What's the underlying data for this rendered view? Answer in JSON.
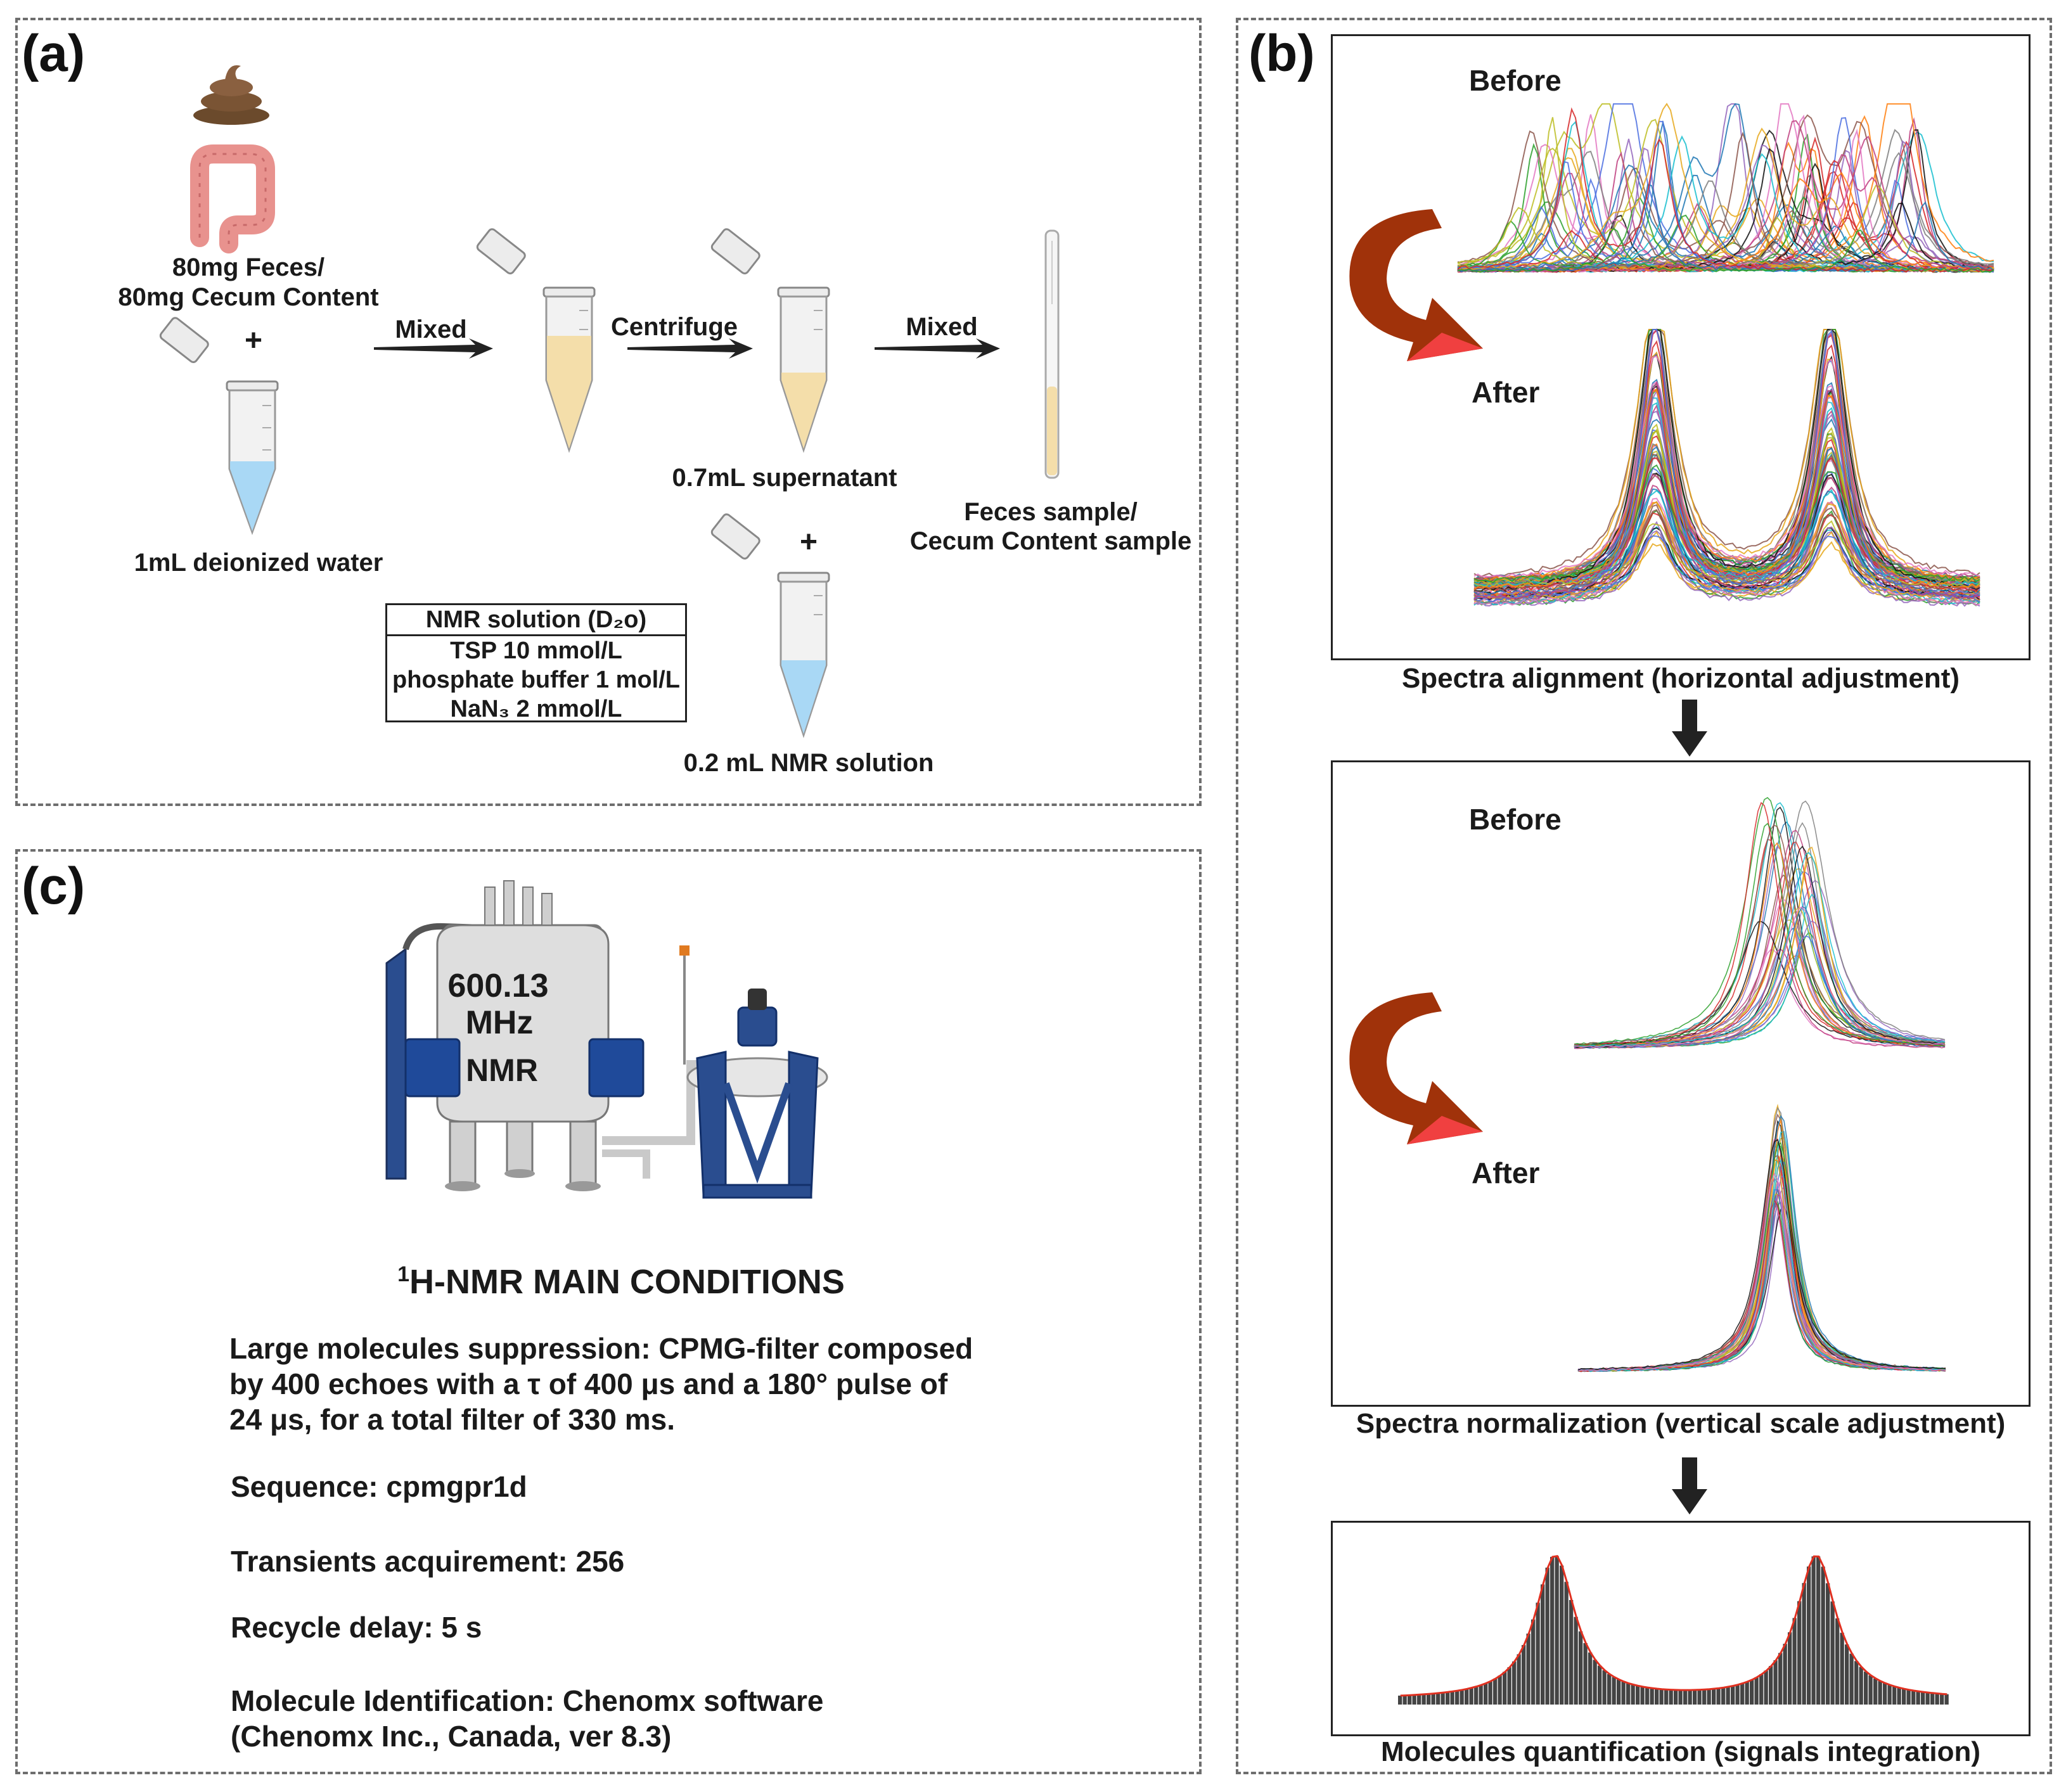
{
  "panel_a": {
    "label": "(a)",
    "sample_label_1": "80mg Feces/",
    "sample_label_2": "80mg Cecum Content",
    "plus": "+",
    "water_label": "1mL deionized water",
    "arrow1": "Mixed",
    "arrow2": "Centrifuge",
    "arrow3": "Mixed",
    "supernatant": "0.7mL supernatant",
    "final_1": "Feces sample/",
    "final_2": "Cecum Content sample",
    "plus2": "+",
    "nmr_solution_label": "0.2 mL NMR solution",
    "nmr_table": {
      "title": "NMR solution (D₂o)",
      "row1": "TSP 10 mmol/L",
      "row2": "phosphate buffer 1 mol/L",
      "row3": "NaN₃ 2 mmol/L"
    }
  },
  "panel_b": {
    "label": "(b)",
    "before": "Before",
    "after": "After",
    "caption1": "Spectra alignment (horizontal adjustment)",
    "caption2": "Spectra normalization (vertical scale adjustment)",
    "caption3": "Molecules quantification (signals integration)"
  },
  "panel_c": {
    "label": "(c)",
    "magnet_text_1": "600.13",
    "magnet_text_2": "MHz",
    "magnet_text_3": "NMR",
    "heading_sup": "1",
    "heading": "H-NMR MAIN CONDITIONS",
    "p1": "Large molecules suppression: CPMG-filter composed\nby 400 echoes with a τ  of 400 μs and a 180° pulse of\n24 μs, for a total filter of 330 ms.",
    "p2": "Sequence: cpmgpr1d",
    "p3": "Transients acquirement: 256",
    "p4": "Recycle delay: 5 s",
    "p5": "Molecule Identification: Chenomx software\n (Chenomx Inc., Canada, ver 8.3)"
  },
  "colors": {
    "dashed_border": "#6e6e6e",
    "curved_arrow": "#a0320a",
    "arrow_tip": "#f04040",
    "water": "#a9d8f5",
    "mixture": "#f4deaa",
    "histogram": "#444444",
    "envelope": "#e03020"
  }
}
